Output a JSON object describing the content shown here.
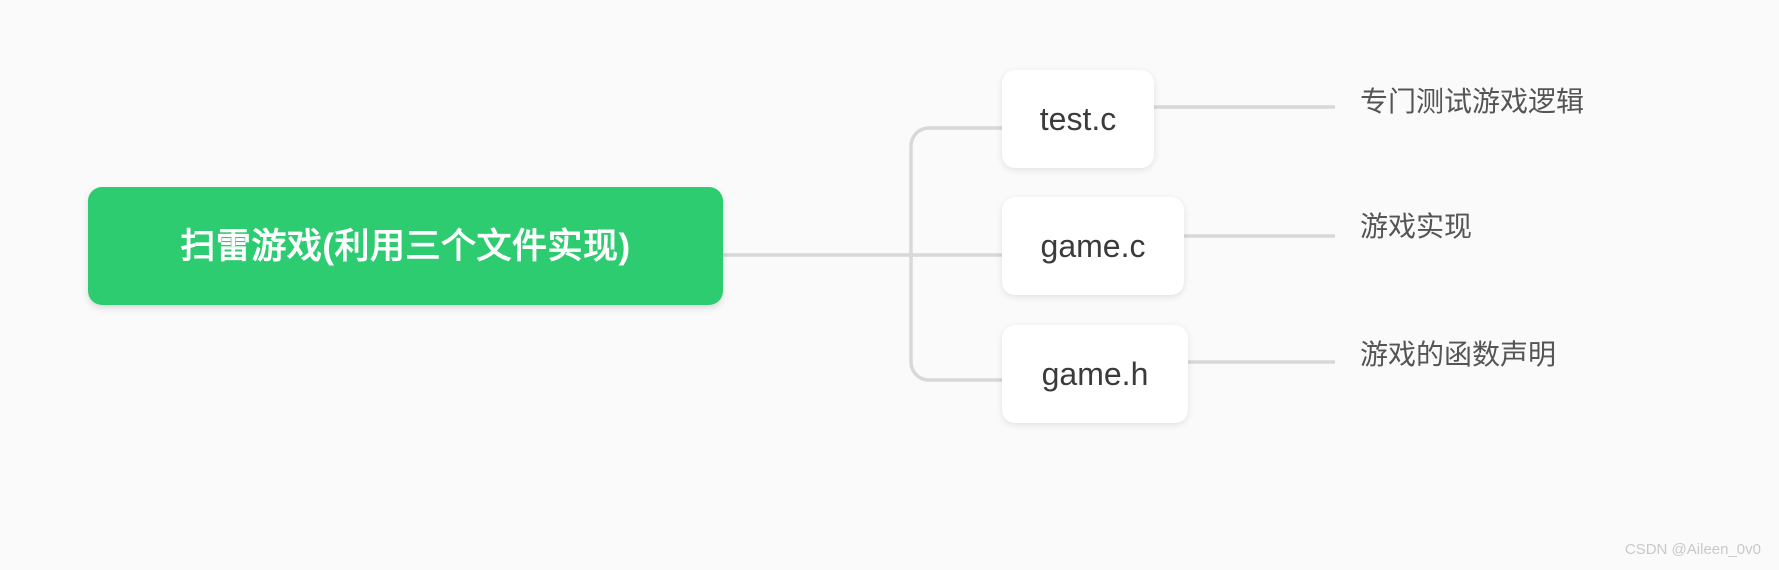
{
  "diagram": {
    "type": "mind-map",
    "background_color": "#fafafa",
    "root": {
      "label": "扫雷游戏(利用三个文件实现)",
      "fill_color": "#2ecc71",
      "text_color": "#ffffff"
    },
    "branches": [
      {
        "file": "test.c",
        "description": "专门测试游戏逻辑"
      },
      {
        "file": "game.c",
        "description": "游戏实现"
      },
      {
        "file": "game.h",
        "description": "游戏的函数声明"
      }
    ],
    "connector_color": "#d8d8d8",
    "card_fill_color": "#ffffff",
    "card_text_color": "#3b3b3b",
    "description_text_color": "#555555"
  },
  "watermark": {
    "text": "CSDN @Aileen_0v0",
    "color": "#c9c9c9"
  }
}
